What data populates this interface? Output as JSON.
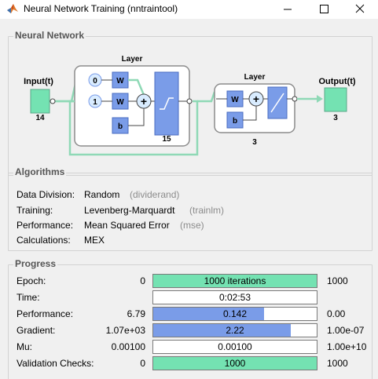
{
  "window": {
    "title": "Neural Network Training (nntraintool)"
  },
  "neural_network": {
    "section_title": "Neural Network",
    "input_label": "Input(t)",
    "input_size": "14",
    "hidden_layer": {
      "title": "Layer",
      "size": "15",
      "delay0": "0",
      "delay1": "1",
      "w": "W",
      "b": "b"
    },
    "output_layer": {
      "title": "Layer",
      "size": "3",
      "w": "W",
      "b": "b"
    },
    "output_label": "Output(t)",
    "output_size": "3",
    "plus": "+"
  },
  "algorithms": {
    "section_title": "Algorithms",
    "rows": [
      {
        "label": "Data Division:",
        "value": "Random",
        "fn": "(dividerand)"
      },
      {
        "label": "Training:",
        "value": "Levenberg-Marquardt",
        "fn": "(trainlm)"
      },
      {
        "label": "Performance:",
        "value": "Mean Squared Error",
        "fn": "(mse)"
      },
      {
        "label": "Calculations:",
        "value": "MEX",
        "fn": ""
      }
    ]
  },
  "progress": {
    "section_title": "Progress",
    "rows": [
      {
        "label": "Epoch:",
        "left": "0",
        "bar_text": "1000 iterations",
        "right": "1000",
        "fill": 1.0,
        "color": "#74e2b2"
      },
      {
        "label": "Time:",
        "left": "",
        "bar_text": "0:02:53",
        "right": "",
        "fill": 0.0,
        "color": "#ffffff"
      },
      {
        "label": "Performance:",
        "left": "6.79",
        "bar_text": "0.142",
        "right": "0.00",
        "fill": 0.68,
        "color": "#7a9ce8"
      },
      {
        "label": "Gradient:",
        "left": "1.07e+03",
        "bar_text": "2.22",
        "right": "1.00e-07",
        "fill": 0.84,
        "color": "#7a9ce8"
      },
      {
        "label": "Mu:",
        "left": "0.00100",
        "bar_text": "0.00100",
        "right": "1.00e+10",
        "fill": 0.0,
        "color": "#7a9ce8"
      },
      {
        "label": "Validation Checks:",
        "left": "0",
        "bar_text": "1000",
        "right": "1000",
        "fill": 1.0,
        "color": "#74e2b2"
      }
    ]
  },
  "colors": {
    "accent_green": "#74e2b2",
    "accent_blue": "#7a9ce8",
    "wire_green": "#8fd9b6"
  }
}
